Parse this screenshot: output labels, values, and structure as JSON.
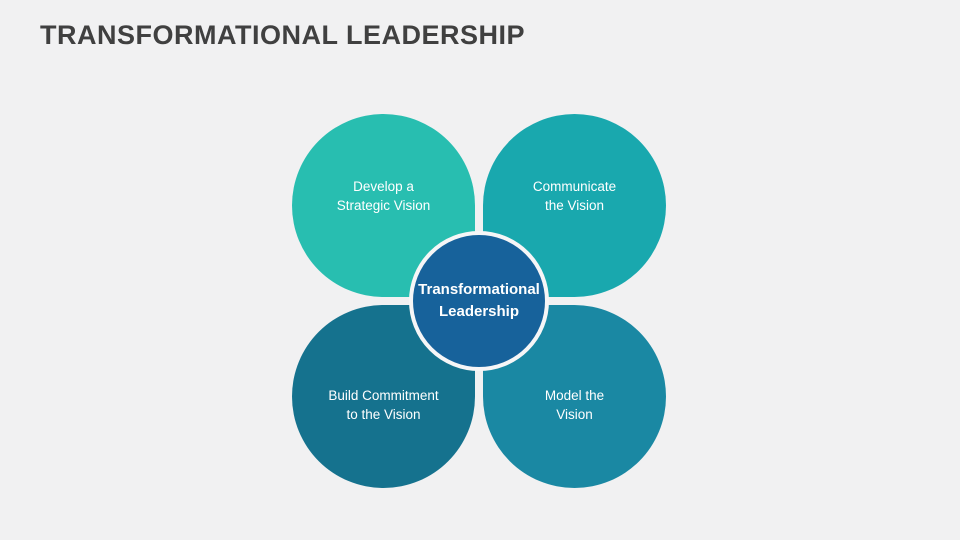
{
  "slide": {
    "title": "TRANSFORMATIONAL LEADERSHIP"
  },
  "colors": {
    "background": "#f1f1f2",
    "title_text": "#404040",
    "diagram_text": "#ffffff",
    "center_circle": "#17629b"
  },
  "diagram": {
    "center_label": "Transformational\nLeadership",
    "center_color": "#17629b",
    "petals": [
      {
        "position": "top-left",
        "label": "Develop a\nStrategic Vision",
        "color": "#28beb0"
      },
      {
        "position": "top-right",
        "label": "Communicate\nthe Vision",
        "color": "#19a8ae"
      },
      {
        "position": "bottom-left",
        "label": "Build Commitment\nto the Vision",
        "color": "#15728e"
      },
      {
        "position": "bottom-right",
        "label": "Model the\nVision",
        "color": "#1a88a3"
      }
    ]
  }
}
